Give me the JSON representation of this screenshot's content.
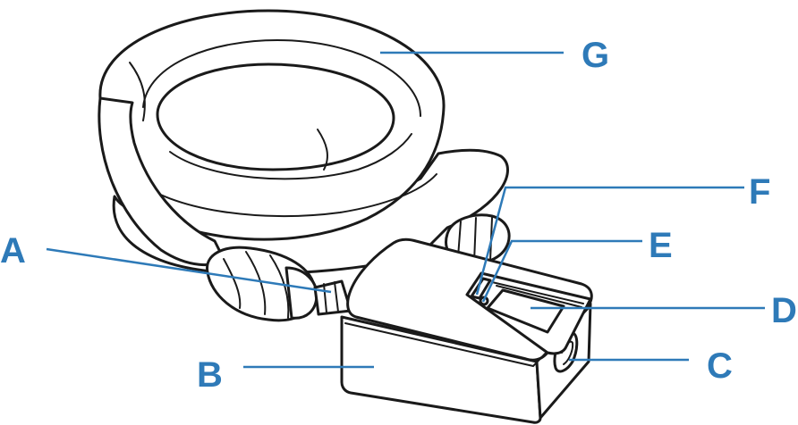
{
  "colors": {
    "callout": "#2e7ab8",
    "outline": "#1a1a1a",
    "background": "#ffffff"
  },
  "labels": {
    "a": "A",
    "b": "B",
    "c": "C",
    "d": "D",
    "e": "E",
    "f": "F",
    "g": "G"
  }
}
